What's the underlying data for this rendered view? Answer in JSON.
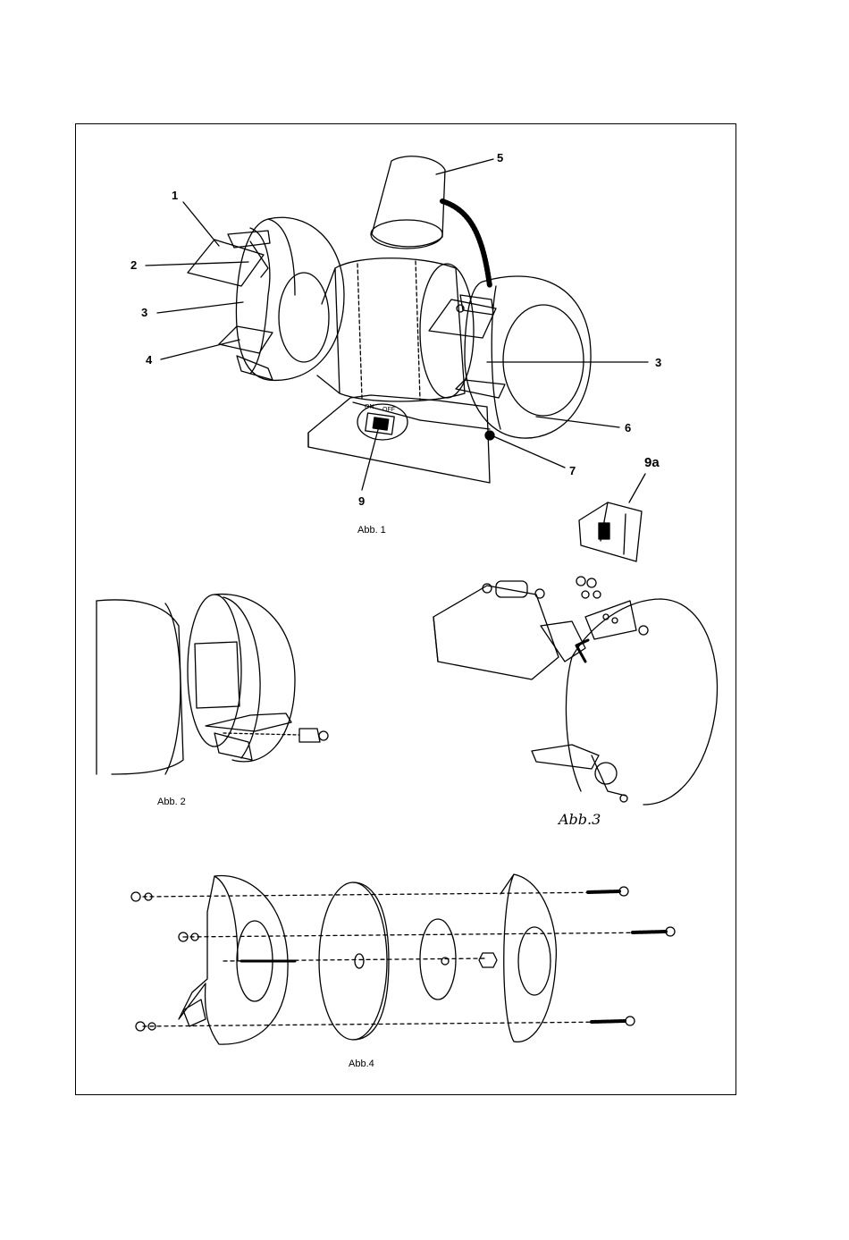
{
  "fig1": {
    "caption": "Abb. 1",
    "callouts": {
      "c1": "1",
      "c2": "2",
      "c3a": "3",
      "c4": "4",
      "c5": "5",
      "c3b": "3",
      "c6": "6",
      "c7": "7",
      "c9": "9",
      "c9a": "9a"
    },
    "switch_on": "ON",
    "switch_off": "OFF"
  },
  "fig2": {
    "caption": "Abb. 2"
  },
  "fig3": {
    "caption": "Abb.3"
  },
  "fig4": {
    "caption": "Abb.4"
  }
}
